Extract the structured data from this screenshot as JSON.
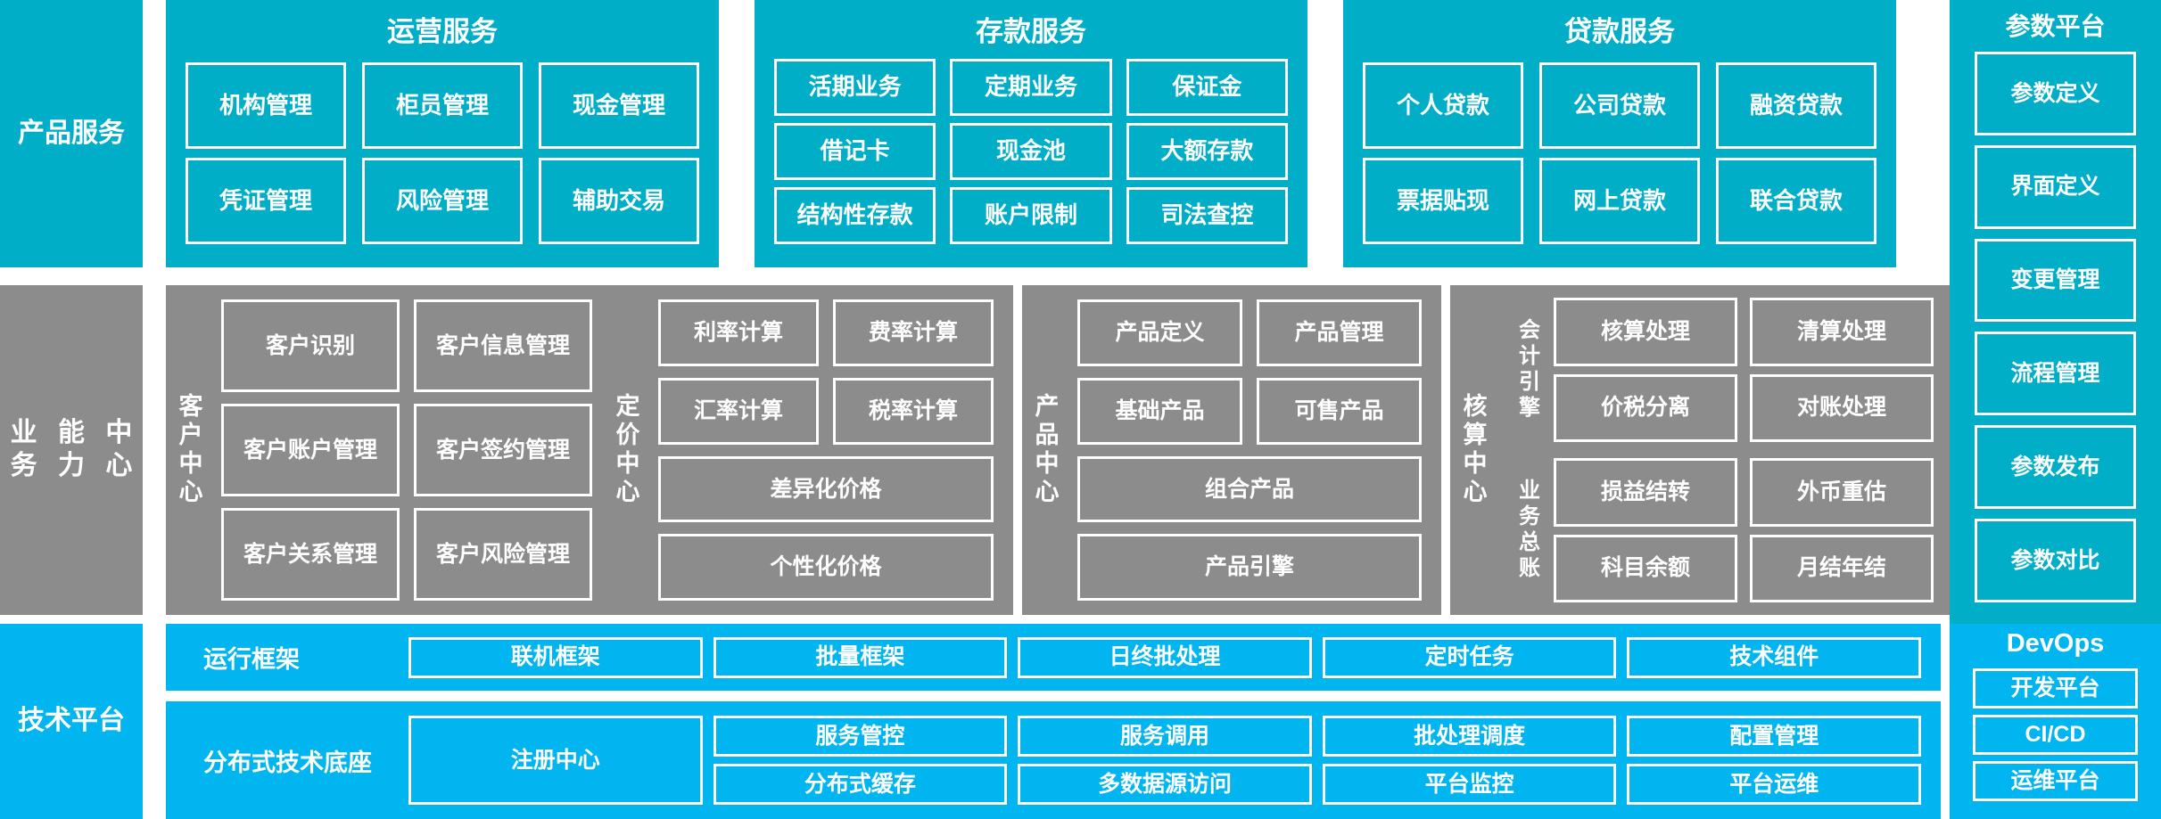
{
  "colors": {
    "teal": "#00AEC7",
    "bright_blue": "#00B5F0",
    "gray": "#8C8C8C",
    "border": "#FFFFFF",
    "background": "#FFFFFF"
  },
  "rows": {
    "product_services": {
      "spine_label": "产品\n服务",
      "groups": [
        {
          "title": "运营服务",
          "tiles": [
            "机构管理",
            "柜员管理",
            "现金管理",
            "凭证管理",
            "风险管理",
            "辅助交易"
          ]
        },
        {
          "title": "存款服务",
          "tiles": [
            "活期业务",
            "定期业务",
            "保证金",
            "借记卡",
            "现金池",
            "大额存款",
            "结构性存款",
            "账户限制",
            "司法查控"
          ]
        },
        {
          "title": "贷款服务",
          "tiles": [
            "个人贷款",
            "公司贷款",
            "融资贷款",
            "票据贴现",
            "网上贷款",
            "联合贷款"
          ]
        }
      ]
    },
    "business_capability": {
      "spine_label": "业务\n能力\n中心",
      "centers": [
        {
          "label": "客户中心",
          "tiles": [
            "客户识别",
            "客户信息管理",
            "客户账户管理",
            "客户签约管理",
            "客户关系管理",
            "客户风险管理"
          ]
        },
        {
          "label": "定价中心",
          "tiles": [
            "利率计算",
            "费率计算",
            "汇率计算",
            "税率计算"
          ],
          "wide_tiles": [
            "差异化价格",
            "个性化价格"
          ]
        },
        {
          "label": "产品中心",
          "tiles": [
            "产品定义",
            "产品管理",
            "基础产品",
            "可售产品"
          ],
          "wide_tiles": [
            "组合产品",
            "产品引擎"
          ]
        },
        {
          "label": "核算中心",
          "sub_blocks": [
            {
              "label": "会计引擎",
              "tiles": [
                "核算处理",
                "清算处理",
                "价税分离",
                "对账处理"
              ]
            },
            {
              "label": "业务总账",
              "tiles": [
                "损益结转",
                "外币重估",
                "科目余额",
                "月结年结"
              ]
            }
          ]
        }
      ]
    },
    "technology_platform": {
      "spine_label": "技术\n平台",
      "bands": [
        {
          "title": "运行框架",
          "tiles": [
            "联机框架",
            "批量框架",
            "日终批处理",
            "定时任务",
            "技术组件"
          ]
        },
        {
          "title": "分布式技术底座",
          "columns": [
            {
              "tiles": [
                "注册中心"
              ]
            },
            {
              "tiles": [
                "服务管控",
                "分布式缓存"
              ]
            },
            {
              "tiles": [
                "服务调用",
                "多数据源访问"
              ]
            },
            {
              "tiles": [
                "批处理调度",
                "平台监控"
              ]
            },
            {
              "tiles": [
                "配置管理",
                "平台运维"
              ]
            }
          ]
        }
      ]
    }
  },
  "side_panels": {
    "parameter_platform": {
      "title": "参数平台",
      "items": [
        "参数定义",
        "界面定义",
        "变更管理",
        "流程管理",
        "参数发布",
        "参数对比"
      ]
    },
    "devops": {
      "title": "DevOps",
      "items": [
        "开发平台",
        "CI/CD",
        "运维平台"
      ]
    }
  }
}
